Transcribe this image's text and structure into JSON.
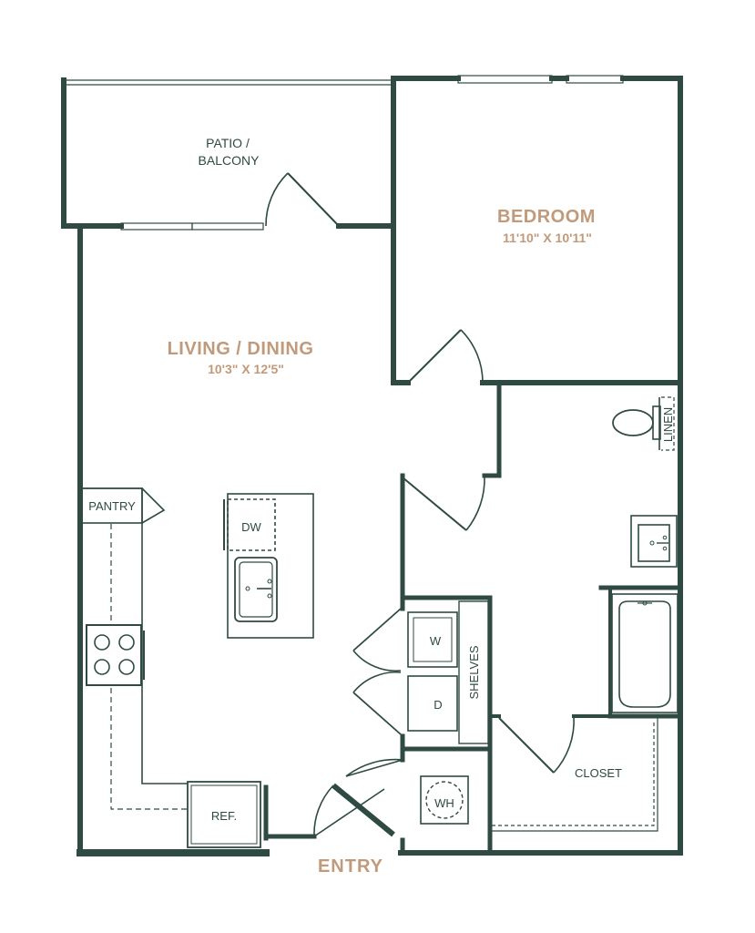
{
  "colors": {
    "wall": "#2f4a43",
    "accent": "#c09a7a",
    "background": "#ffffff"
  },
  "rooms": {
    "patio": {
      "line1": "PATIO /",
      "line2": "BALCONY"
    },
    "bedroom": {
      "name": "BEDROOM",
      "dimensions": "11'10\" X 10'11\""
    },
    "living": {
      "name": "LIVING / DINING",
      "dimensions": "10'3\" X 12'5\""
    },
    "closet": "CLOSET"
  },
  "fixtures": {
    "pantry": "PANTRY",
    "dishwasher": "DW",
    "washer": "W",
    "dryer": "D",
    "shelves": "SHELVES",
    "water_heater": "WH",
    "refrigerator": "REF.",
    "linen": "LINEN"
  },
  "entry": "ENTRY"
}
